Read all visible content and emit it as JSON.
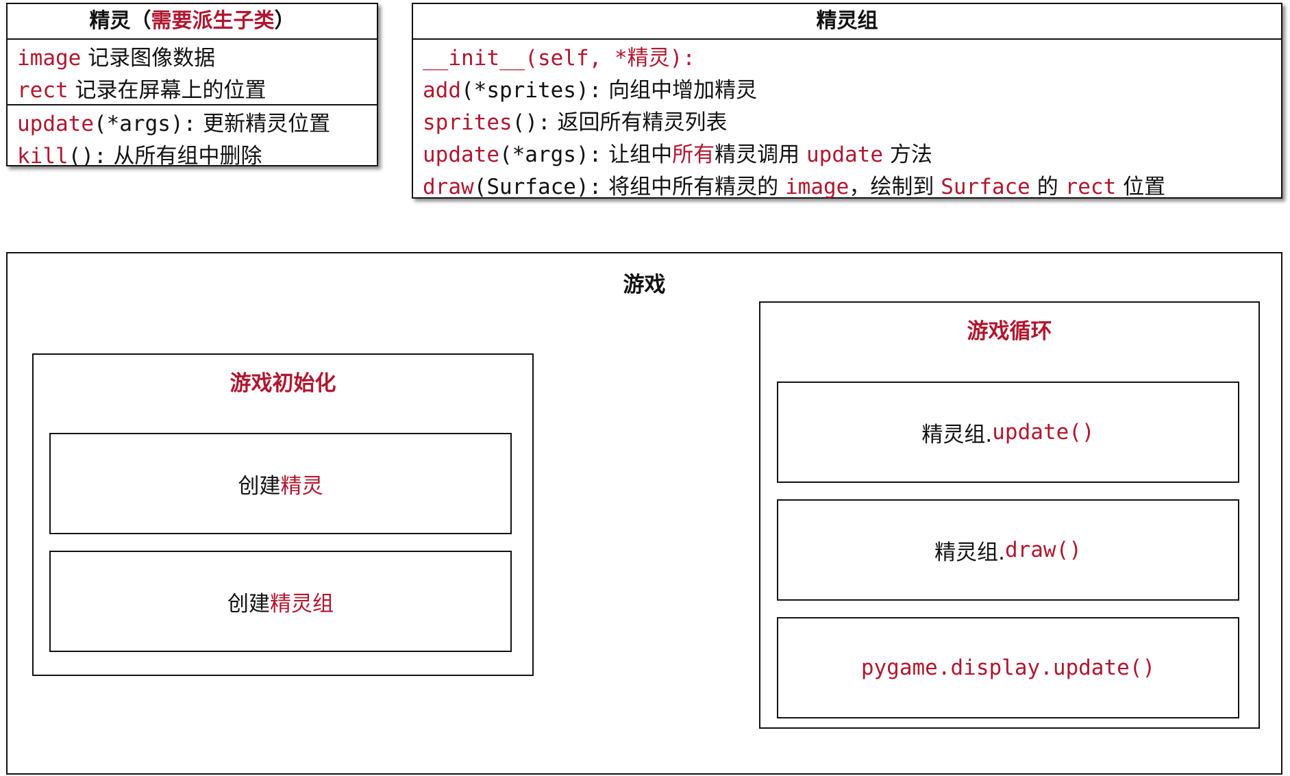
{
  "sprite_class": {
    "title_prefix": "精灵（",
    "title_highlight": "需要派生子类",
    "title_suffix": "）",
    "attributes": [
      {
        "name": "image",
        "desc": " 记录图像数据"
      },
      {
        "name": "rect",
        "desc": " 记录在屏幕上的位置"
      }
    ],
    "methods": [
      {
        "name": "update",
        "args": "(*args):",
        "desc": " 更新精灵位置"
      },
      {
        "name": "kill",
        "args": "():",
        "desc": " 从所有组中删除"
      }
    ]
  },
  "group_class": {
    "title": "精灵组",
    "init": "__init__(self, *精灵):",
    "add": {
      "name": "add",
      "args": "(*sprites):",
      "desc": " 向组中增加精灵"
    },
    "sprites": {
      "name": "sprites",
      "args": "():",
      "desc": " 返回所有精灵列表"
    },
    "update": {
      "name": "update",
      "args": "(*args):",
      "desc_a": " 让组中",
      "desc_hl": "所有",
      "desc_b": "精灵调用 ",
      "code": "update",
      "desc_c": " 方法"
    },
    "draw": {
      "name": "draw",
      "args": "(Surface):",
      "desc_a": " 将组中所有精灵的 ",
      "code_image": "image",
      "desc_b": "，绘制到 ",
      "code_surface": "Surface",
      "desc_c": " 的 ",
      "code_rect": "rect",
      "desc_d": " 位置"
    }
  },
  "game": {
    "title": "游戏",
    "init_section": {
      "title": "游戏初始化",
      "step1_prefix": "创建",
      "step1_hl": "精灵",
      "step2_prefix": "创建",
      "step2_hl": "精灵组"
    },
    "loop_section": {
      "title": "游戏循环",
      "step1_prefix": "精灵组.",
      "step1_code": "update()",
      "step2_prefix": "精灵组.",
      "step2_code": "draw()",
      "step3_code": "pygame.display.update()"
    }
  },
  "colors": {
    "accent": "#b0172f",
    "text": "#111111",
    "border": "#111111",
    "background": "#ffffff"
  }
}
